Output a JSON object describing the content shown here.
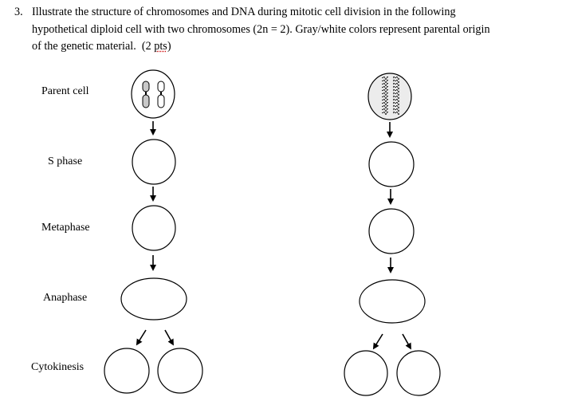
{
  "question": {
    "number": "3.",
    "line1": "Illustrate the structure of chromosomes and DNA during mitotic cell division in the following",
    "line2": "hypothetical diploid cell with two chromosomes (2n = 2). Gray/white colors represent parental origin",
    "line3_text": "of the genetic material.",
    "points_open": "(2 ",
    "points_word": "pts",
    "points_close": ")"
  },
  "stages": [
    {
      "label": "Parent cell"
    },
    {
      "label": "S phase"
    },
    {
      "label": "Metaphase"
    },
    {
      "label": "Anaphase"
    },
    {
      "label": "Cytokinesis"
    }
  ],
  "colors": {
    "ink": "#000000",
    "gray_chromosome": "#c8c8c8",
    "white_chromosome": "#ffffff",
    "spellcheck_underline": "#cc0000"
  }
}
